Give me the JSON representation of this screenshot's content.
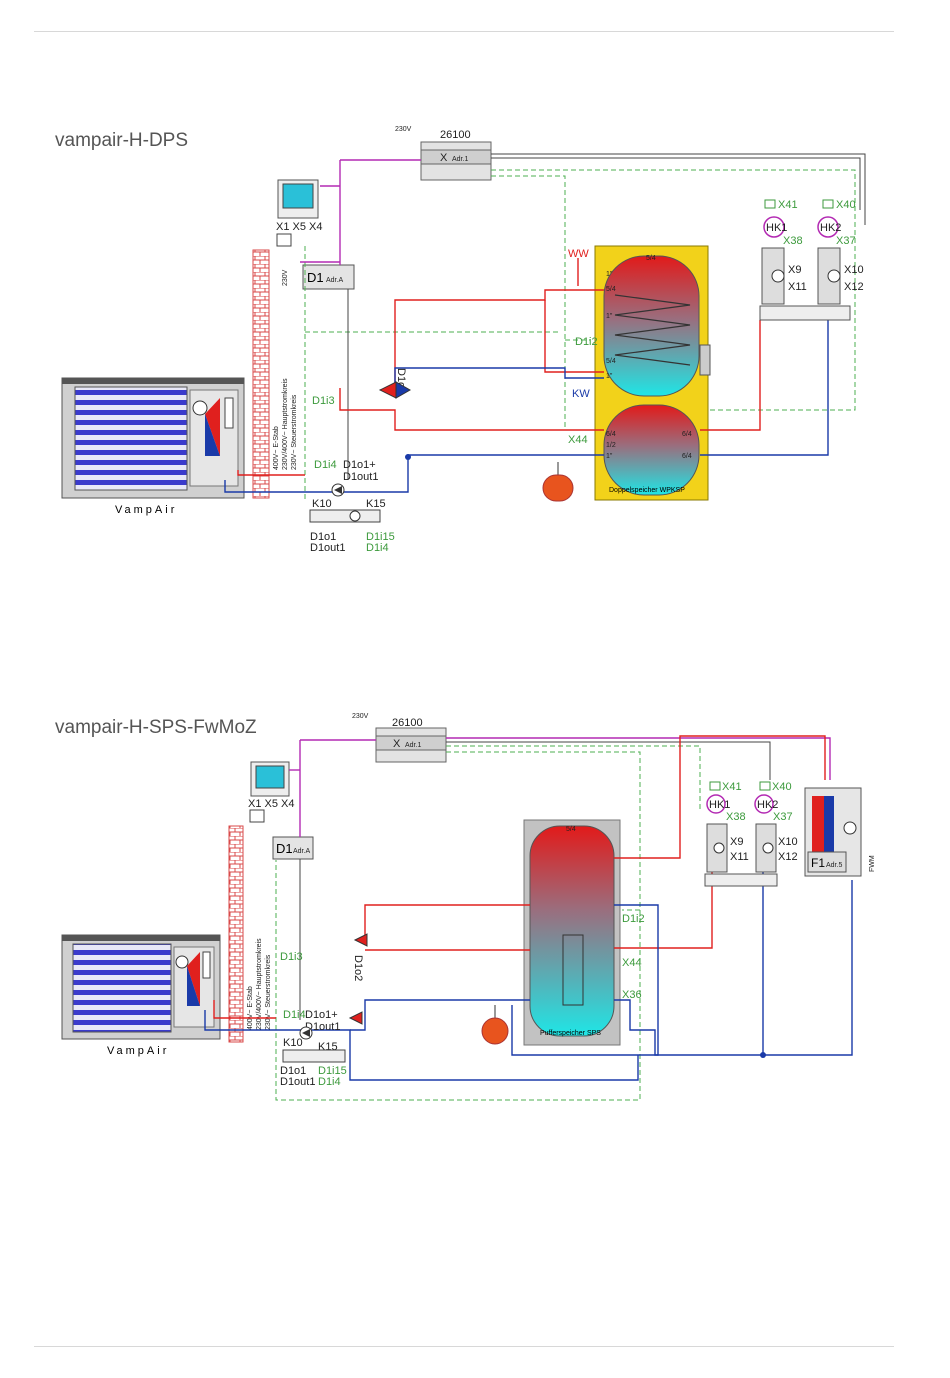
{
  "page": {
    "diagrams": [
      {
        "title": "vampair-H-DPS",
        "module": "26100",
        "module_addr": "Adr.1",
        "module_x": "X",
        "voltage": "230V",
        "ctrl_ports": "X1 X5 X4",
        "d1_label": "D1",
        "d1_addr": "Adr.A",
        "supply_lines": [
          "400V~ E-Stab",
          "230V/400V~ Hauptstromkreis",
          "230V~ Steuerstromkreis"
        ],
        "heatpump_brand": "VampAir",
        "tank_label": "Doppelspeicher WPKSP",
        "ww": "WW",
        "kw": "KW",
        "d1i2": "D1i2",
        "d1i3": "D1i3",
        "d1i4": "D1i4",
        "d1o2": "D1o2",
        "d1o1_plus": "D1o1+",
        "d1out1": "D1out1",
        "k10": "K10",
        "k15": "K15",
        "d1o1": "D1o1",
        "d1out1b": "D1out1",
        "d1i15": "D1i15",
        "d1i4b": "D1i4",
        "x44": "X44",
        "hk1": "HK1",
        "hk2": "HK2",
        "x41": "X41",
        "x40": "X40",
        "x38": "X38",
        "x37": "X37",
        "x9": "X9",
        "x10": "X10",
        "x11": "X11",
        "x12": "X12",
        "conn_54": "5/4",
        "conn_1": "1\"",
        "conn_12": "1/2",
        "conn_64": "6/4"
      },
      {
        "title": "vampair-H-SPS-FwMoZ",
        "module": "26100",
        "module_addr": "Adr.1",
        "module_x": "X",
        "voltage": "230V",
        "ctrl_ports": "X1 X5 X4",
        "d1_label": "D1",
        "d1_addr": "Adr.A",
        "supply_lines": [
          "400V~ E-Stab",
          "230V/400V~ Hauptstromkreis",
          "230V~ Steuerstromkreis"
        ],
        "heatpump_brand": "VampAir",
        "tank_label": "Pufferspeicher SPS",
        "d1i2": "D1i2",
        "d1i3": "D1i3",
        "d1i4": "D1i4",
        "d1o2": "D1o2",
        "d1o1_plus": "D1o1+",
        "d1out1": "D1out1",
        "k10": "K10",
        "k15": "K15",
        "d1o1": "D1o1",
        "d1out1b": "D1out1",
        "d1i15": "D1i15",
        "d1i4b": "D1i4",
        "x44": "X44",
        "x36": "X36",
        "hk1": "HK1",
        "hk2": "HK2",
        "x41": "X41",
        "x40": "X40",
        "x38": "X38",
        "x37": "X37",
        "x9": "X9",
        "x10": "X10",
        "x11": "X11",
        "x12": "X12",
        "f1_label": "F1",
        "f1_addr": "Adr.5",
        "fwm": "FWM",
        "conn_54": "5/4"
      }
    ]
  },
  "colors": {
    "hot": "#e0201e",
    "cold": "#1a3aa8",
    "signal": "#b32ab3",
    "green": "#4caf50",
    "tank_yellow": "#f2d21a",
    "gray": "#9e9e9e"
  }
}
